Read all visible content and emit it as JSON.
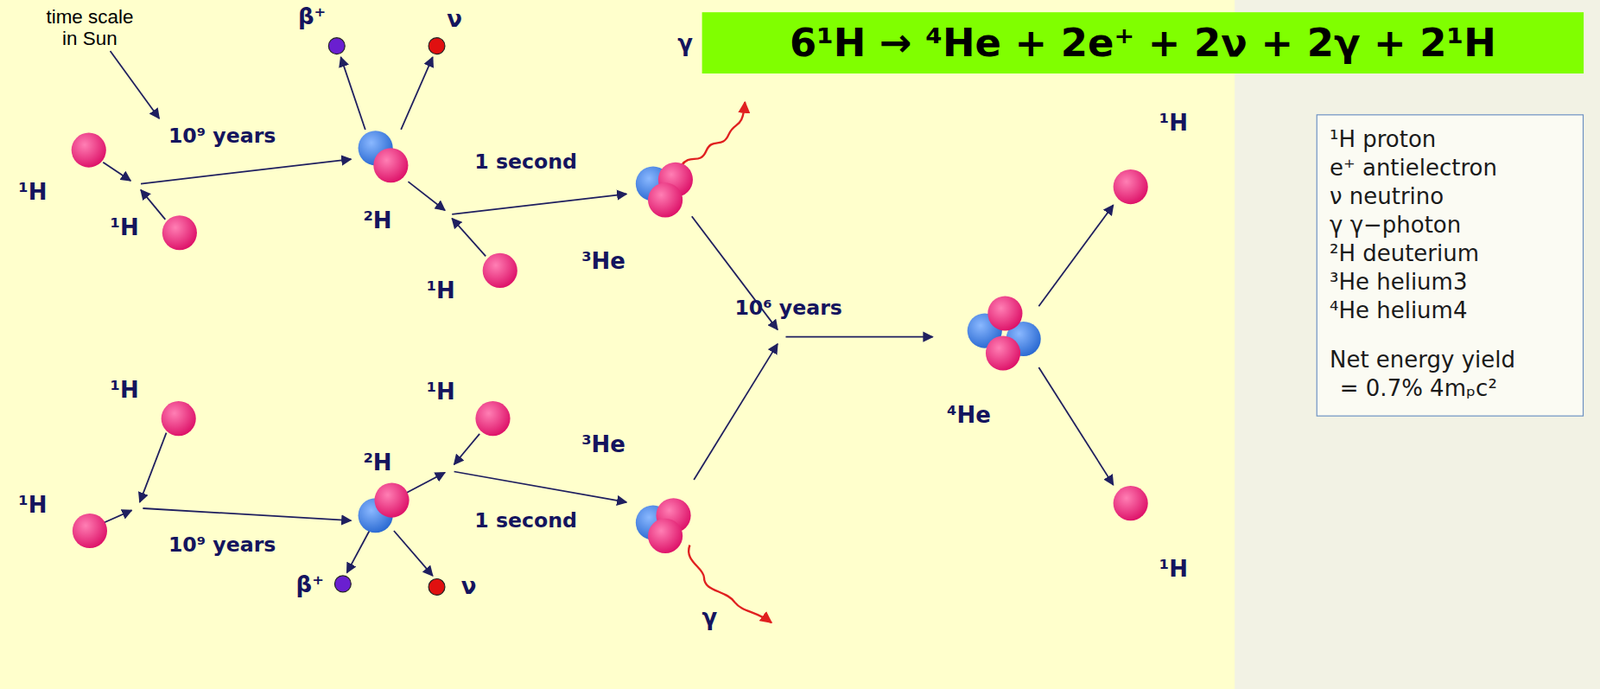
{
  "diagram": {
    "title": "6¹H → ⁴He + 2e⁺ + 2ν + 2γ + 2¹H",
    "nodes": [
      {
        "text": [
          "¹H proton",
          "e⁺ antielectron",
          "ν neutrino",
          "γ γ−photon",
          "²H deuterium",
          "³He helium3",
          "⁴He helium4",
          "Net energy yield",
          "= 0.7% 4mₚc²"
        ]
      }
    ],
    "labels": [
      "time scale in Sun",
      "β⁺",
      "ν",
      "γ",
      "¹H",
      "10⁹ years",
      "1 second",
      "¹H",
      "²H",
      "¹H",
      "³He",
      "¹H",
      "10⁶ years",
      "⁴He",
      "¹H",
      "³He",
      "¹H",
      "²H",
      "¹H",
      "¹H",
      "10⁹ years",
      "1 second",
      "β⁺",
      "ν",
      "γ"
    ]
  }
}
